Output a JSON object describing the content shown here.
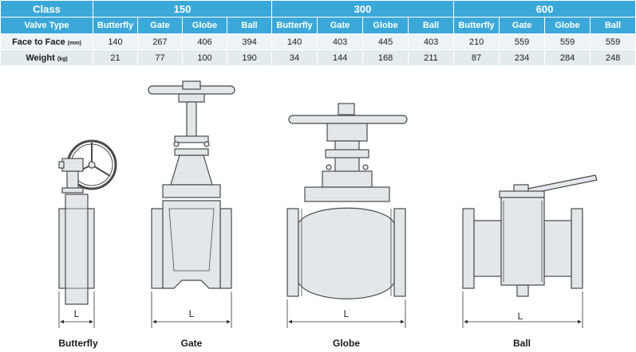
{
  "table": {
    "class_label": "Class",
    "valve_type_label": "Valve Type",
    "classes": [
      "150",
      "300",
      "600"
    ],
    "valve_types": [
      "Butterfly",
      "Gate",
      "Globe",
      "Ball",
      "Butterfly",
      "Gate",
      "Globe",
      "Ball",
      "Butterfly",
      "Gate",
      "Globe",
      "Ball"
    ],
    "rows": [
      {
        "label": "Face to Face",
        "unit": "(mm)",
        "values": [
          "140",
          "267",
          "406",
          "394",
          "140",
          "403",
          "445",
          "403",
          "210",
          "559",
          "559",
          "559"
        ]
      },
      {
        "label": "Weight",
        "unit": "(kg)",
        "values": [
          "21",
          "77",
          "100",
          "190",
          "34",
          "144",
          "168",
          "211",
          "87",
          "234",
          "284",
          "248"
        ]
      }
    ]
  },
  "drawings": {
    "dimension_label": "L",
    "captions": [
      "Butterfly",
      "Gate",
      "Globe",
      "Ball"
    ]
  },
  "colors": {
    "header_bg": "#3aa8d8",
    "valve_fill": "#e3e7ea",
    "valve_stroke": "#4a4a4a"
  }
}
